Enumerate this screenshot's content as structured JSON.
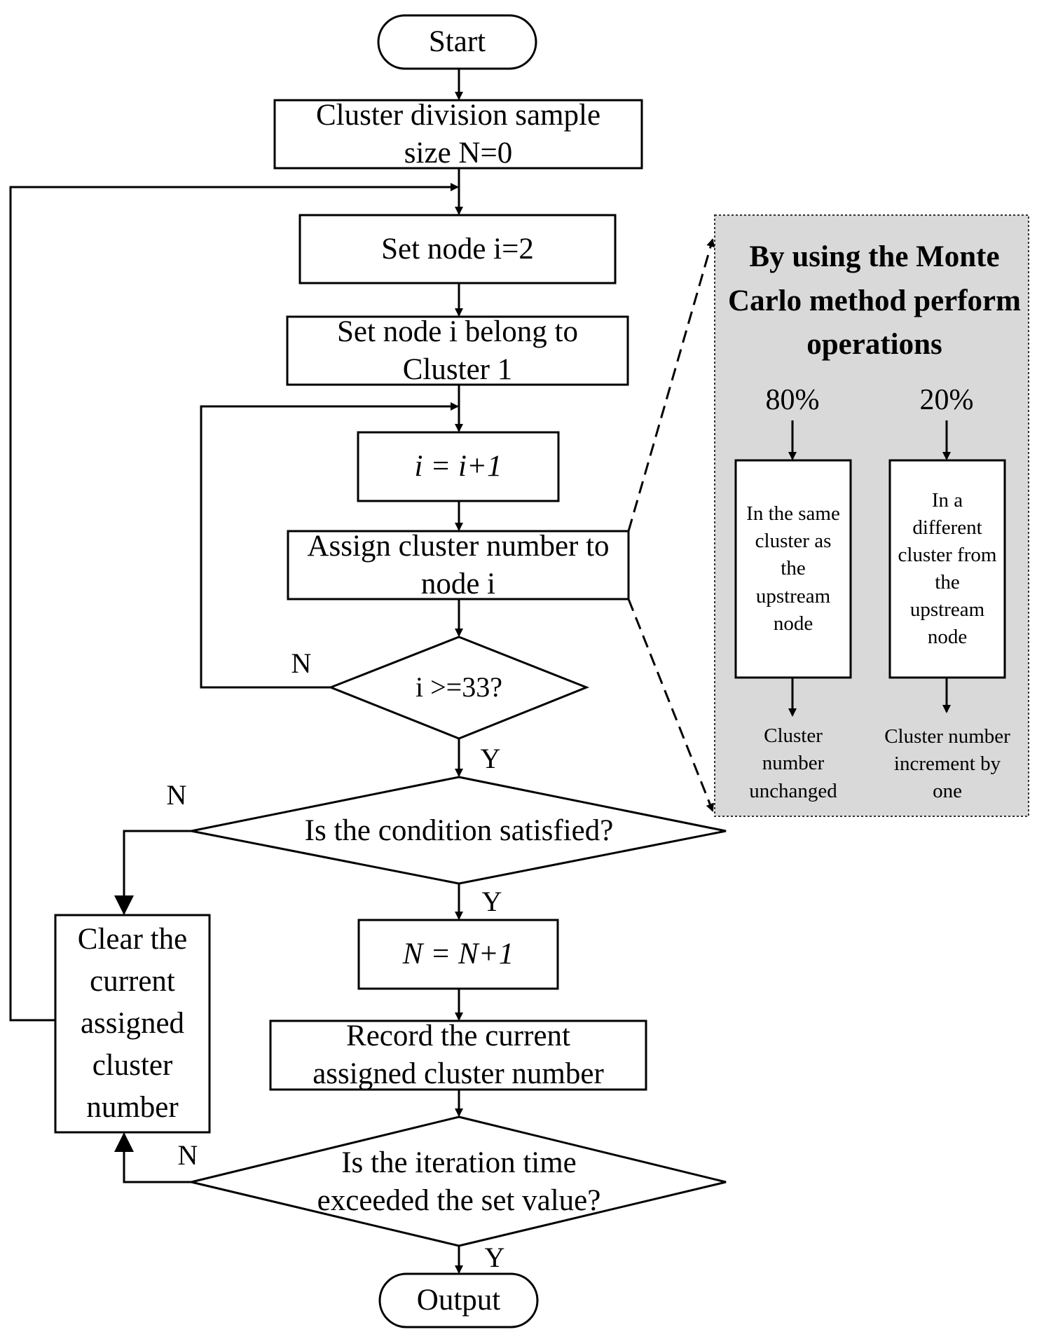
{
  "nodes": {
    "start": "Start",
    "init": "Cluster division sample size N=0",
    "set_node": "Set node i=2",
    "belong": "Set node i  belong to Cluster 1",
    "increment": "i = i+1",
    "assign": "Assign cluster number to node i",
    "check_i": "i >=33?",
    "condition": "Is the condition satisfied?",
    "n_plus": "N = N+1",
    "record": "Record the current assigned cluster number",
    "clear": "Clear the current assigned cluster number",
    "iteration": "Is the iteration time exceeded the set value?",
    "output": "Output"
  },
  "branch_labels": {
    "check_i_no": "N",
    "check_i_yes": "Y",
    "condition_no": "N",
    "condition_yes": "Y",
    "iteration_no": "N",
    "iteration_yes": "Y"
  },
  "monte_carlo_panel": {
    "title": "By using the Monte Carlo method perform  operations",
    "left_percent": "80%",
    "right_percent": "20%",
    "left_box": "In the same cluster as the upstream node",
    "right_box": "In a different cluster from the upstream node",
    "left_result": "Cluster number unchanged",
    "right_result": "Cluster number increment by one"
  },
  "colors": {
    "line": "#000000",
    "panel_fill": "#d9d9d9",
    "background": "#ffffff"
  }
}
